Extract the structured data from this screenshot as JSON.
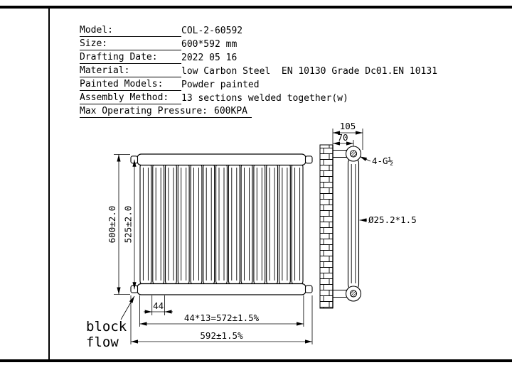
{
  "spec": {
    "rows": [
      {
        "label": "Model:",
        "value": "COL-2-60592"
      },
      {
        "label": "Size:",
        "value": "600*592 mm"
      },
      {
        "label": "Drafting Date:",
        "value": "2022 05 16"
      },
      {
        "label": "Material:",
        "value": "low Carbon Steel  EN 10130 Grade Dc01.EN 10131"
      },
      {
        "label": "Painted Models:",
        "value": "Powder painted"
      },
      {
        "label": "Assembly Method:",
        "value": "13 sections welded together(w)"
      },
      {
        "label": "Max Operating Pressure:",
        "value": "600KPA"
      }
    ]
  },
  "front_view": {
    "dim_height_overall": "600±2.0",
    "dim_height_centers": "525±2.0",
    "dim_section_width": "44",
    "dim_sections_total": "44*13=572±1.5%",
    "dim_width_overall": "592±1.5%",
    "annotation_line1": "block",
    "annotation_line2": "flow",
    "section_count": 13
  },
  "side_view": {
    "dim_depth_overall": "105",
    "dim_wall_to_center": "70",
    "thread_label": "4-G½",
    "tube_label": "Ø25.2*1.5"
  },
  "colors": {
    "line": "#000000",
    "background": "#ffffff"
  }
}
